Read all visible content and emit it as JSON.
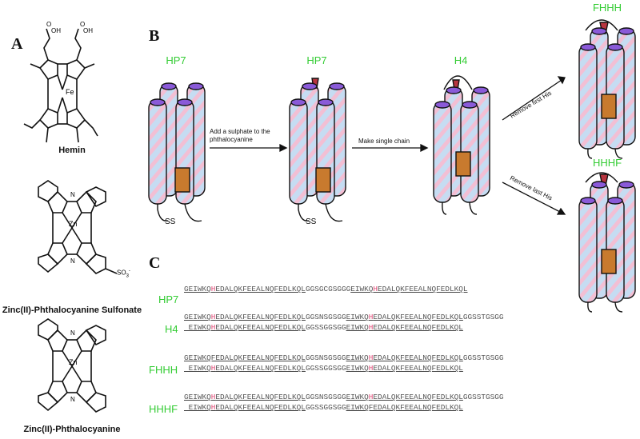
{
  "panels": {
    "a": "A",
    "b": "B",
    "c": "C"
  },
  "molecules": {
    "hemin": {
      "name": "Hemin",
      "metal": "Fe",
      "acid_o": "O",
      "acid_oh": "OH"
    },
    "znpcs": {
      "name": "Zinc(II)-Phthalocyanine Sulfonate",
      "metal": "Zn",
      "n": "N",
      "sulfonate": "SO",
      "sub3": "3",
      "sup": "-"
    },
    "znpc": {
      "name": "Zinc(II)-Phthalocyanine",
      "metal": "Zn",
      "n": "N"
    }
  },
  "bundles": {
    "hp7_a": "HP7",
    "hp7_b": "HP7",
    "h4": "H4",
    "fhhh": "FHHH",
    "hhhf": "HHHF",
    "ss": "SS"
  },
  "steps": {
    "sulphate": "Add a sulphate to the phthalocyanine",
    "single_chain": "Make single chain",
    "remove_first": "Remove first His",
    "remove_last": "Remove last His"
  },
  "sequences": {
    "hp7": {
      "label": "HP7",
      "line1": [
        {
          "t": "GEIWKQ",
          "c": "u"
        },
        {
          "t": "H",
          "c": "uh"
        },
        {
          "t": "EDALQKFEEALNQFEDLKQL",
          "c": "u"
        },
        {
          "t": "GGSGCGSGGG",
          "c": ""
        },
        {
          "t": "EIWKQ",
          "c": "u"
        },
        {
          "t": "H",
          "c": "uh"
        },
        {
          "t": "EDALQKFEEALNQFEDLKQL",
          "c": "u"
        }
      ]
    },
    "h4": {
      "label": "H4",
      "line1": [
        {
          "t": "GEIWKQ",
          "c": "u"
        },
        {
          "t": "H",
          "c": "uh"
        },
        {
          "t": "EDALQKFEEALNQFEDLKQL",
          "c": "u"
        },
        {
          "t": "GGSNSGSGG",
          "c": ""
        },
        {
          "t": "EIWKQ",
          "c": "u"
        },
        {
          "t": "H",
          "c": "uh"
        },
        {
          "t": "EDALQKFEEALNQFEDLKQL",
          "c": "u"
        },
        {
          "t": "GGSSTGSGG",
          "c": ""
        }
      ],
      "line2": [
        {
          "t": " EIWKQ",
          "c": "u"
        },
        {
          "t": "H",
          "c": "uh"
        },
        {
          "t": "EDALQKFEEALNQFEDLKQL",
          "c": "u"
        },
        {
          "t": "GGSSGGSGG",
          "c": ""
        },
        {
          "t": "EIWKQ",
          "c": "u"
        },
        {
          "t": "H",
          "c": "uh"
        },
        {
          "t": "EDALQKFEEALNQFEDLKQL",
          "c": "u"
        }
      ]
    },
    "fhhh": {
      "label": "FHHH",
      "line1": [
        {
          "t": "GEIWKQFEDALQKFEEALNQFEDLKQL",
          "c": "u"
        },
        {
          "t": "GGSNSGSGG",
          "c": ""
        },
        {
          "t": "EIWKQ",
          "c": "u"
        },
        {
          "t": "H",
          "c": "uh"
        },
        {
          "t": "EDALQKFEEALNQFEDLKQL",
          "c": "u"
        },
        {
          "t": "GGSSTGSGG",
          "c": ""
        }
      ],
      "line2": [
        {
          "t": " EIWKQ",
          "c": "u"
        },
        {
          "t": "H",
          "c": "uh"
        },
        {
          "t": "EDALQKFEEALNQFEDLKQL",
          "c": "u"
        },
        {
          "t": "GGSSGGSGG",
          "c": ""
        },
        {
          "t": "EIWKQ",
          "c": "u"
        },
        {
          "t": "H",
          "c": "uh"
        },
        {
          "t": "EDALQKFEEALNQFEDLKQL",
          "c": "u"
        }
      ]
    },
    "hhhf": {
      "label": "HHHF",
      "line1": [
        {
          "t": "GEIWKQ",
          "c": "u"
        },
        {
          "t": "H",
          "c": "uh"
        },
        {
          "t": "EDALQKFEEALNQFEDLKQL",
          "c": "u"
        },
        {
          "t": "GGSNSGSGG",
          "c": ""
        },
        {
          "t": "EIWKQ",
          "c": "u"
        },
        {
          "t": "H",
          "c": "uh"
        },
        {
          "t": "EDALQKFEEALNQFEDLKQL",
          "c": "u"
        },
        {
          "t": "GGSSTGSGG",
          "c": ""
        }
      ],
      "line2": [
        {
          "t": " EIWKQ",
          "c": "u"
        },
        {
          "t": "H",
          "c": "uh"
        },
        {
          "t": "EDALQKFEEALNQFEDLKQL",
          "c": "u"
        },
        {
          "t": "GGSSGGSGG",
          "c": ""
        },
        {
          "t": "EIWKQFEDALQKFEEALNQFEDLKQL",
          "c": "u"
        }
      ]
    }
  },
  "colors": {
    "label_green": "#33cc33",
    "helix_blue": "#c6dcf2",
    "helix_pink": "#f2bfd4",
    "heme_orange": "#c87a2e",
    "his_purple": "#8a5ad8",
    "sulfonate_red": "#b8353f",
    "his_highlight": "#e04070"
  }
}
